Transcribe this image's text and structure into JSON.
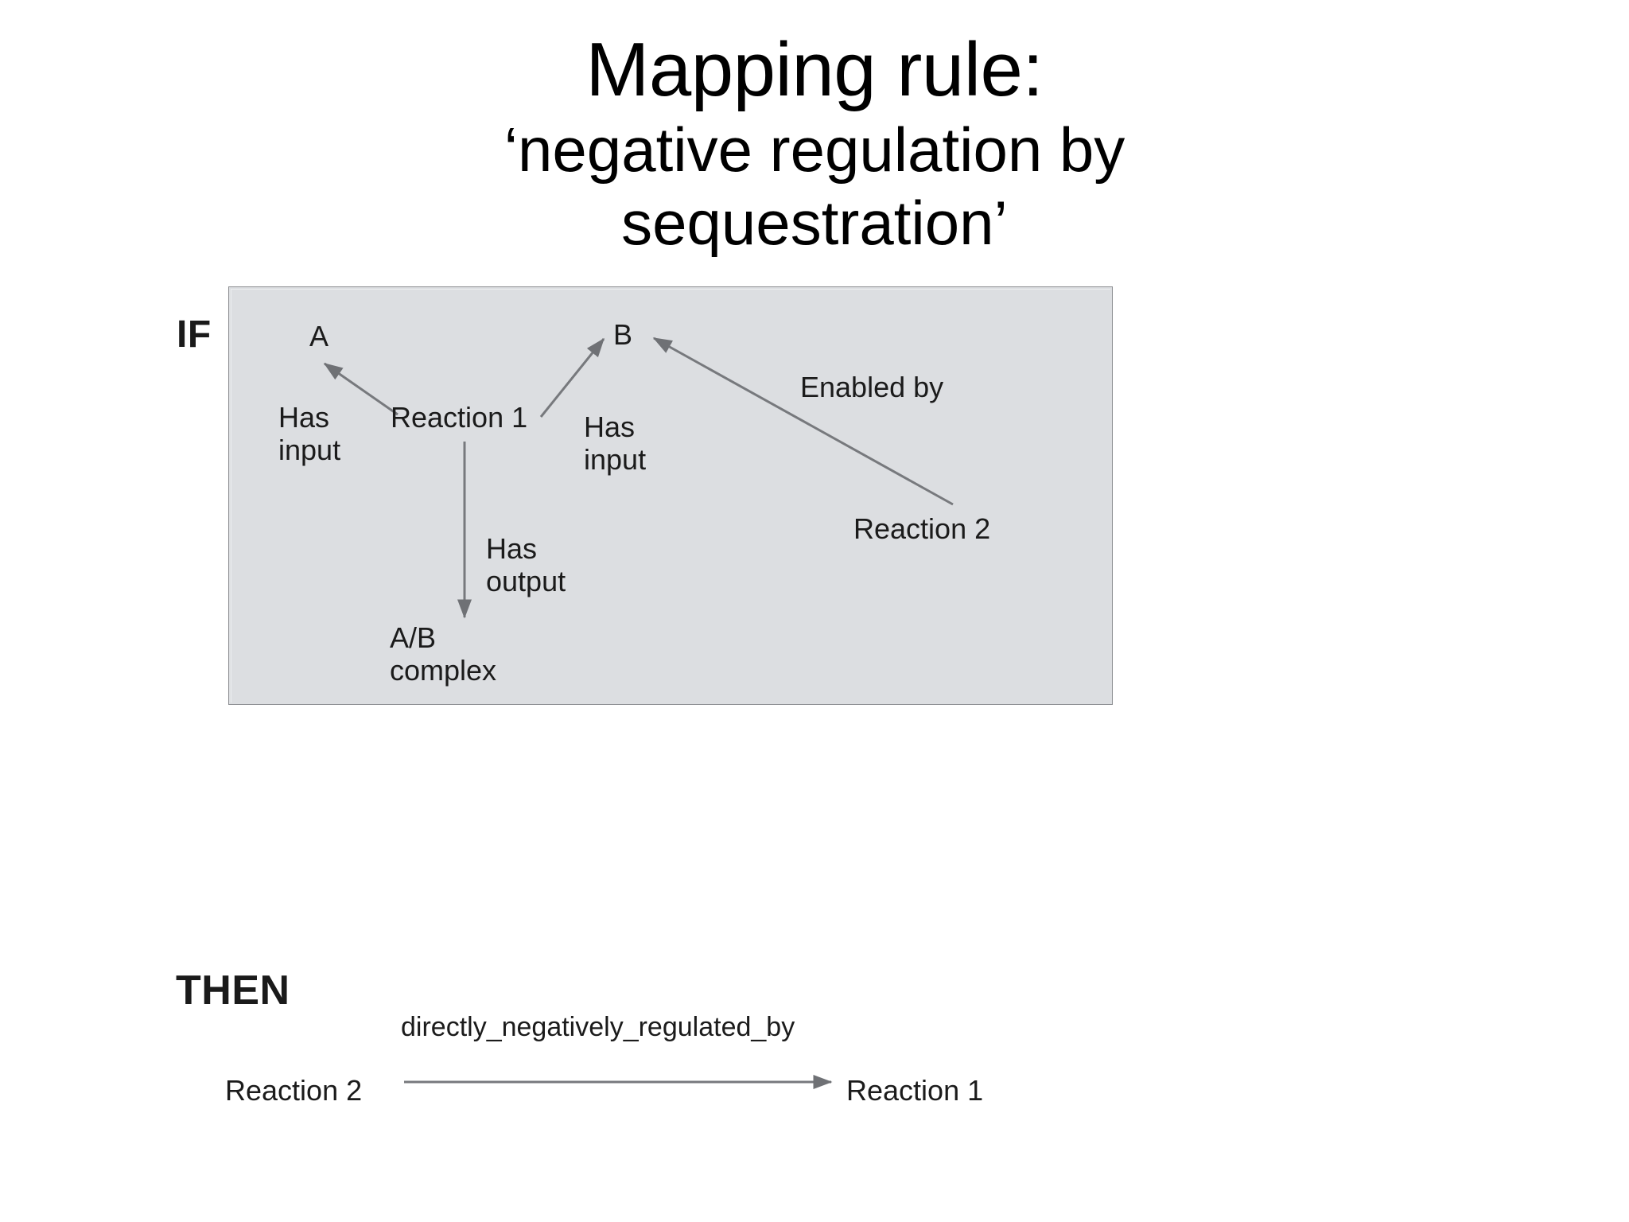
{
  "title": {
    "main": "Mapping rule:",
    "sub_line1": "‘negative regulation by",
    "sub_line2": "sequestration’"
  },
  "if_section": {
    "label": "IF",
    "nodes": {
      "a": "A",
      "b": "B",
      "reaction1": "Reaction 1",
      "reaction2": "Reaction 2",
      "ab_complex": "A/B\ncomplex"
    },
    "edges": {
      "has_input_a": "Has\ninput",
      "has_input_b": "Has\ninput",
      "has_output": "Has\noutput",
      "enabled_by": "Enabled by"
    }
  },
  "then_section": {
    "label": "THEN",
    "relation": "directly_negatively_regulated_by",
    "source": "Reaction 2",
    "target": "Reaction 1"
  },
  "colors": {
    "page_background": "#ffffff",
    "box_fill": "#dcdee1",
    "box_border": "#8d8f93",
    "text": "#1b1b1b",
    "connector": "#77797d"
  }
}
